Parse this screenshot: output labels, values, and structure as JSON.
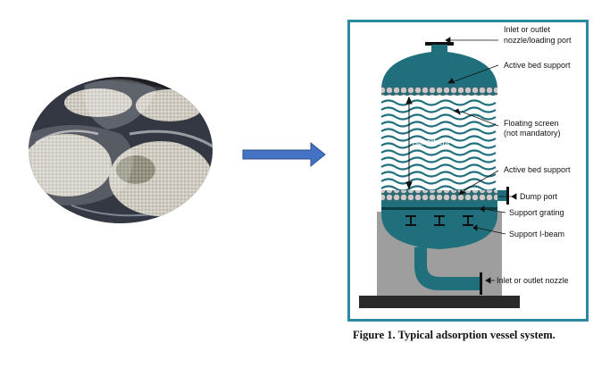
{
  "figure": {
    "caption": "Figure 1. Typical adsorption vessel system.",
    "adsorbent_label": "Adsorbent",
    "labels": {
      "inlet_top_1": "Inlet or outlet",
      "inlet_top_2": "nozzle/loading port",
      "bed_support_top": "Active bed support",
      "floating_screen_1": "Floating screen",
      "floating_screen_2": "(not mandatory)",
      "bed_support_bottom": "Active bed support",
      "dump_port": "Dump port",
      "support_grating": "Support grating",
      "support_ibeam": "Support I-beam",
      "inlet_bottom": "Inlet or outlet nozzle"
    }
  },
  "colors": {
    "vessel_teal": "#1f6f7c",
    "frame_border": "#2b8aa0",
    "arrow_blue": "#4472c4",
    "base_gray": "#9e9e9e"
  }
}
